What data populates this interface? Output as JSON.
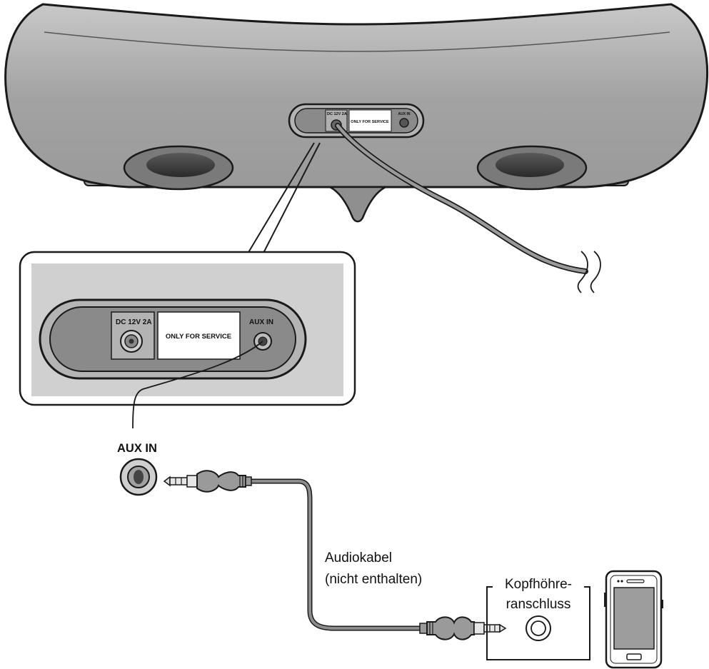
{
  "speaker": {
    "panel_dc_label": "DC 12V 2A",
    "panel_service_label": "ONLY FOR SERVICE",
    "panel_aux_label": "AUX IN"
  },
  "zoom_panel": {
    "dc_label": "DC 12V 2A",
    "service_label": "ONLY FOR SERVICE",
    "aux_label": "AUX IN"
  },
  "aux_callout_label": "AUX IN",
  "cable_label_line1": "Audiokabel",
  "cable_label_line2": "(nicht enthalten)",
  "headphone_label_line1": "Kopfhöhre-",
  "headphone_label_line2": "ranschluss",
  "colors": {
    "body_gray": "#a9a9a9",
    "dark_gray": "#7a7a7a",
    "panel_gray": "#d0d0d0",
    "cable_gray": "#8c8c8c",
    "screen_gray": "#9d9d9d",
    "outline": "#1a1a1a"
  }
}
